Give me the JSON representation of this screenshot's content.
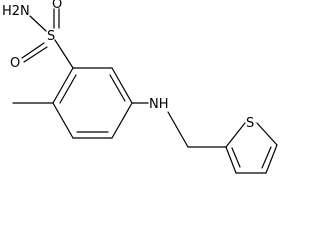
{
  "molecule": {
    "atom_labels": {
      "amine": "H2N",
      "sulfur": "S",
      "oxygen_top": "O",
      "oxygen_left": "O",
      "nh": "NH",
      "ring_sulfur": "S"
    }
  }
}
